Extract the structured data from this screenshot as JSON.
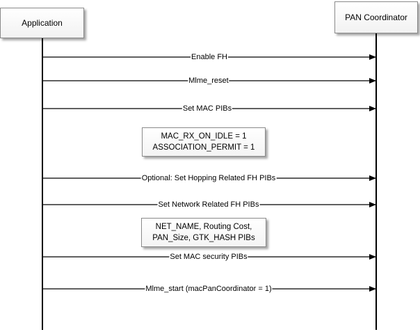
{
  "actors": {
    "application": "Application",
    "pan_coordinator": "PAN Coordinator"
  },
  "messages": [
    "Enable FH",
    "Mlme_reset",
    "Set MAC PIBs",
    "Optional: Set Hopping Related FH PIBs",
    "Set Network Related FH PIBs",
    "Set MAC security  PIBs",
    "Mlme_start (macPanCoordinator = 1)"
  ],
  "notes": [
    {
      "lines": [
        "MAC_RX_ON_IDLE = 1",
        "ASSOCIATION_PERMIT = 1"
      ]
    },
    {
      "lines": [
        "NET_NAME, Routing Cost,",
        "PAN_Size, GTK_HASH PIBs"
      ]
    }
  ]
}
